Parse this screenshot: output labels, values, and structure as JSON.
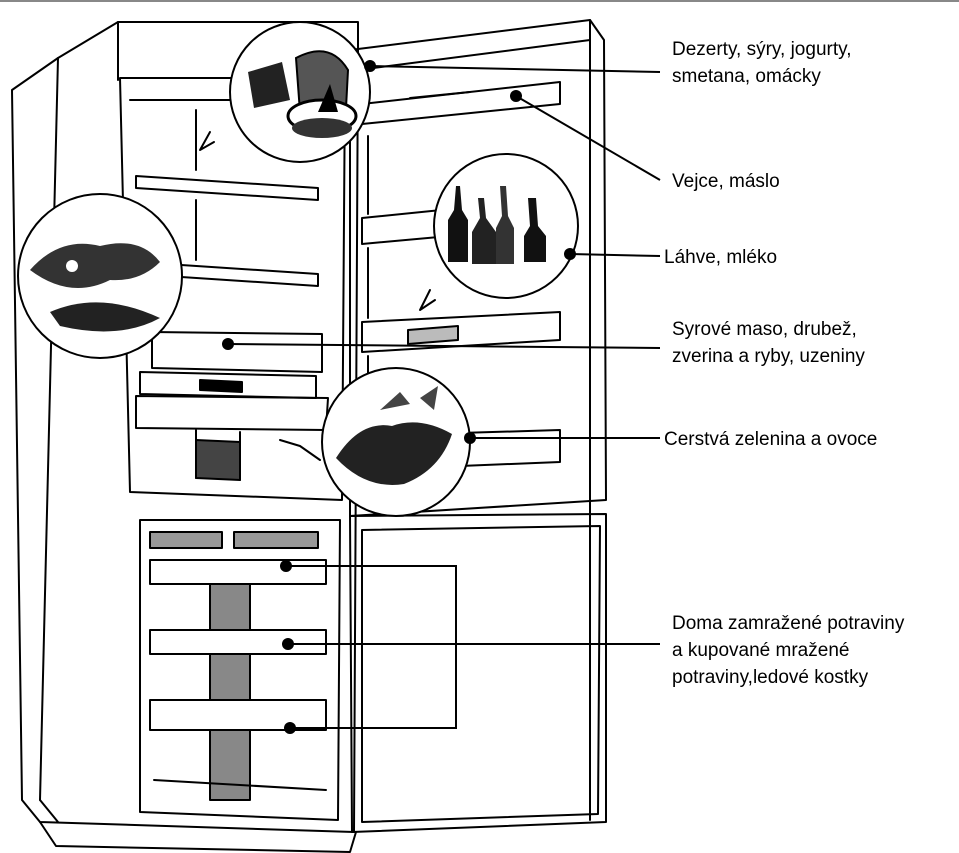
{
  "labels": {
    "desserts": [
      "Dezerty, sýry, jogurty,",
      "smetana, omácky"
    ],
    "eggs": [
      "Vejce, máslo"
    ],
    "bottles": [
      "Láhve, mléko"
    ],
    "meat": [
      "Syrové maso, drubež,",
      "zverina a ryby, uzeniny"
    ],
    "vegetables": [
      "Cerstvá zelenina a ovoce"
    ],
    "frozen": [
      "Doma zamražené potraviny",
      "a kupované mražené",
      "potraviny,ledové kostky"
    ]
  },
  "icons": [
    "cheese-illustration",
    "bottles-illustration",
    "meat-fish-illustration",
    "vegetables-illustration"
  ],
  "colors": {
    "line": "#000000",
    "background": "#ffffff"
  }
}
